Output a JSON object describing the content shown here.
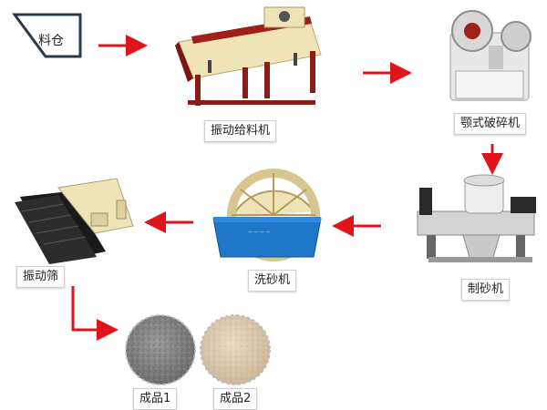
{
  "nodes": {
    "hopper": {
      "label": "料仓"
    },
    "feeder": {
      "label": "振动给料机"
    },
    "jaw_crusher": {
      "label": "颚式破碎机"
    },
    "sand_maker": {
      "label": "制砂机"
    },
    "sand_washer": {
      "label": "洗砂机"
    },
    "screen": {
      "label": "振动筛"
    },
    "product1": {
      "label": "成品1"
    },
    "product2": {
      "label": "成品2"
    }
  },
  "colors": {
    "arrow": "#e0141b",
    "machine_cream": "#efe3b8",
    "machine_red": "#9e2018",
    "washer_blue": "#1e77c9"
  }
}
